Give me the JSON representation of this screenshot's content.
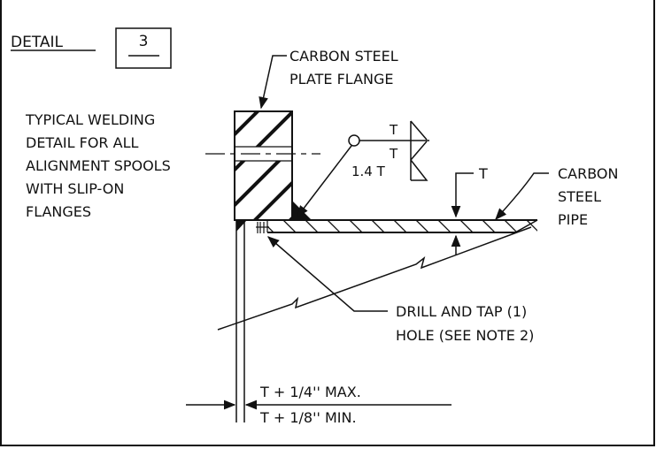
{
  "detail": {
    "label": "DETAIL",
    "number": "3"
  },
  "labels": {
    "flange_line1": "CARBON STEEL",
    "flange_line2": "PLATE FLANGE",
    "typical_line1": "TYPICAL WELDING",
    "typical_line2": "DETAIL FOR ALL",
    "typical_line3": "ALIGNMENT SPOOLS",
    "typical_line4": "WITH SLIP-ON",
    "typical_line5": "FLANGES",
    "pipe_line1": "CARBON",
    "pipe_line2": "STEEL",
    "pipe_line3": "PIPE",
    "thickness": "T",
    "drill_line1": "DRILL AND TAP (1)",
    "drill_line2": "HOLE (SEE NOTE 2)",
    "dim_max": "T + 1/4'' MAX.",
    "dim_min": "T + 1/8'' MIN."
  },
  "weld_symbol": {
    "arrow_side_size": "T",
    "other_side_size": "T",
    "lower_size": "1.4 T"
  },
  "colors": {
    "line": "#111111",
    "background": "#ffffff"
  }
}
